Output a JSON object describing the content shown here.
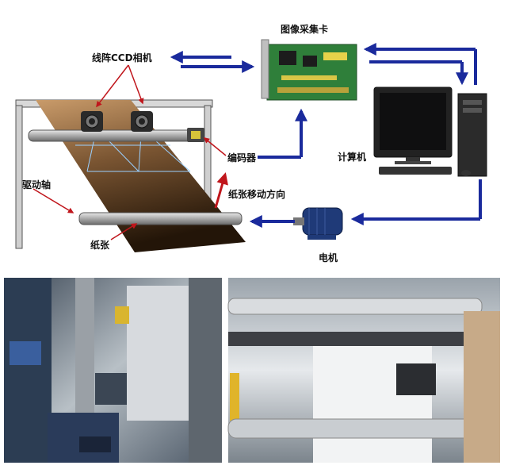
{
  "labels": {
    "camera": "线阵CCD相机",
    "capture_card": "图像采集卡",
    "encoder": "编码器",
    "computer": "计算机",
    "drive_shaft": "驱动轴",
    "paper_direction": "纸张移动方向",
    "paper": "纸张",
    "motor": "电机"
  },
  "colors": {
    "arrow_blue": "#1a2a9c",
    "pointer_red": "#c0161c",
    "board_green": "#2f7f3a"
  }
}
